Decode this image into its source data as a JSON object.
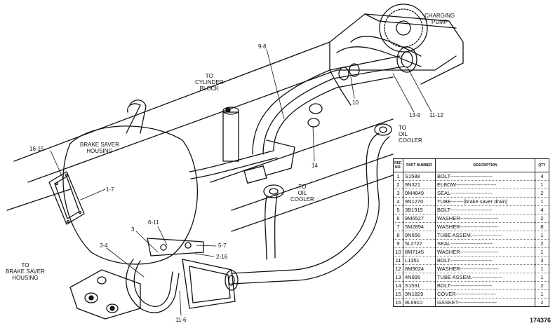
{
  "labels": {
    "charging_pump": "CHARGING\nPUMP",
    "to_cylinder_block": "TO\nCYLINDER\nBLOCK",
    "brake_saver_housing": "BRAKE SAVER\nHOUSING",
    "to_oil_cooler_1": "TO\nOIL\nCOOLER",
    "to_oil_cooler_2": "TO\nOIL\nCOOLER",
    "to_brake_saver_housing": "TO\nBRAKE SAVER\nHOUSING"
  },
  "callouts": {
    "c_9_8": "9-8",
    "c_10": "10",
    "c_13_9": "13-9",
    "c_11_12": "11-12",
    "c_16_15": "16-15",
    "c_1_7": "1-7",
    "c_14": "14",
    "c_3": "3",
    "c_6_11": "6-11",
    "c_5_7": "5-7",
    "c_2_16": "2-16",
    "c_3_4": "3-4",
    "c_11_6": "11-6"
  },
  "parts_table": {
    "headers": {
      "ref": "REF. NO.",
      "part": "PART NUMBER",
      "desc": "DESCRIPTION",
      "qty": "QTY"
    },
    "rows": [
      {
        "ref": "1",
        "part": "S1588",
        "desc": "BOLT------------------------",
        "qty": "4"
      },
      {
        "ref": "2",
        "part": "9N321",
        "desc": "ELBOW-----------------------",
        "qty": "1"
      },
      {
        "ref": "3",
        "part": "9M4849",
        "desc": "SEAL------------------------",
        "qty": "2"
      },
      {
        "ref": "4",
        "part": "9N1270",
        "desc": "TUBE-------(brake saver drain)",
        "qty": "1"
      },
      {
        "ref": "5",
        "part": "3B1915",
        "desc": "BOLT------------------------",
        "qty": "4"
      },
      {
        "ref": "6",
        "part": "9M6527",
        "desc": "WASHER----------------------",
        "qty": "2"
      },
      {
        "ref": "7",
        "part": "5M2894",
        "desc": "WASHER----------------------",
        "qty": "8"
      },
      {
        "ref": "8",
        "part": "9N656",
        "desc": "TUBE ASSEM.-----------------",
        "qty": "1"
      },
      {
        "ref": "9",
        "part": "5L2727",
        "desc": "SEAL------------------------",
        "qty": "2"
      },
      {
        "ref": "10",
        "part": "8M7145",
        "desc": "WASHER----------------------",
        "qty": "1"
      },
      {
        "ref": "11",
        "part": "L1351",
        "desc": "BOLT------------------------",
        "qty": "3"
      },
      {
        "ref": "12",
        "part": "8M9024",
        "desc": "WASHER----------------------",
        "qty": "1"
      },
      {
        "ref": "13",
        "part": "4N995",
        "desc": "TUBE ASSEM.-----------------",
        "qty": "1"
      },
      {
        "ref": "14",
        "part": "S1591",
        "desc": "BOLT------------------------",
        "qty": "2"
      },
      {
        "ref": "15",
        "part": "9N1829",
        "desc": "COVER-----------------------",
        "qty": "1"
      },
      {
        "ref": "16",
        "part": "9L6910",
        "desc": "GASKET----------------------",
        "qty": "2"
      }
    ]
  },
  "figure_number": "174376"
}
